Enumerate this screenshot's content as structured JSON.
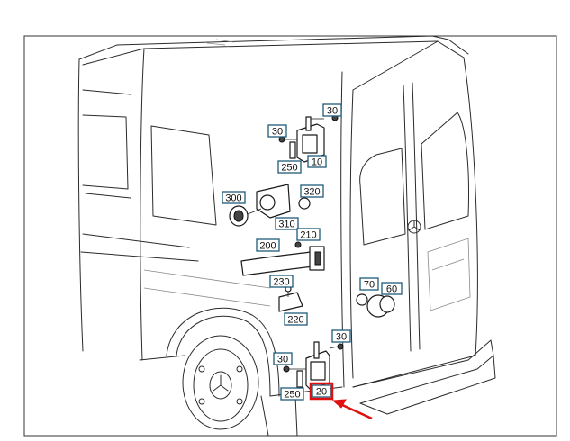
{
  "callouts": [
    {
      "id": "c30a",
      "text": "30"
    },
    {
      "id": "c30b",
      "text": "30"
    },
    {
      "id": "c10",
      "text": "10"
    },
    {
      "id": "c250a",
      "text": "250"
    },
    {
      "id": "c300",
      "text": "300"
    },
    {
      "id": "c320",
      "text": "320"
    },
    {
      "id": "c310",
      "text": "310"
    },
    {
      "id": "c210",
      "text": "210"
    },
    {
      "id": "c200",
      "text": "200"
    },
    {
      "id": "c230",
      "text": "230"
    },
    {
      "id": "c220",
      "text": "220"
    },
    {
      "id": "c70",
      "text": "70"
    },
    {
      "id": "c60",
      "text": "60"
    },
    {
      "id": "c30c",
      "text": "30"
    },
    {
      "id": "c30d",
      "text": "30"
    },
    {
      "id": "c250b",
      "text": "250"
    },
    {
      "id": "c20",
      "text": "20"
    }
  ],
  "highlight": {
    "target": "20",
    "color": "#e01010"
  }
}
